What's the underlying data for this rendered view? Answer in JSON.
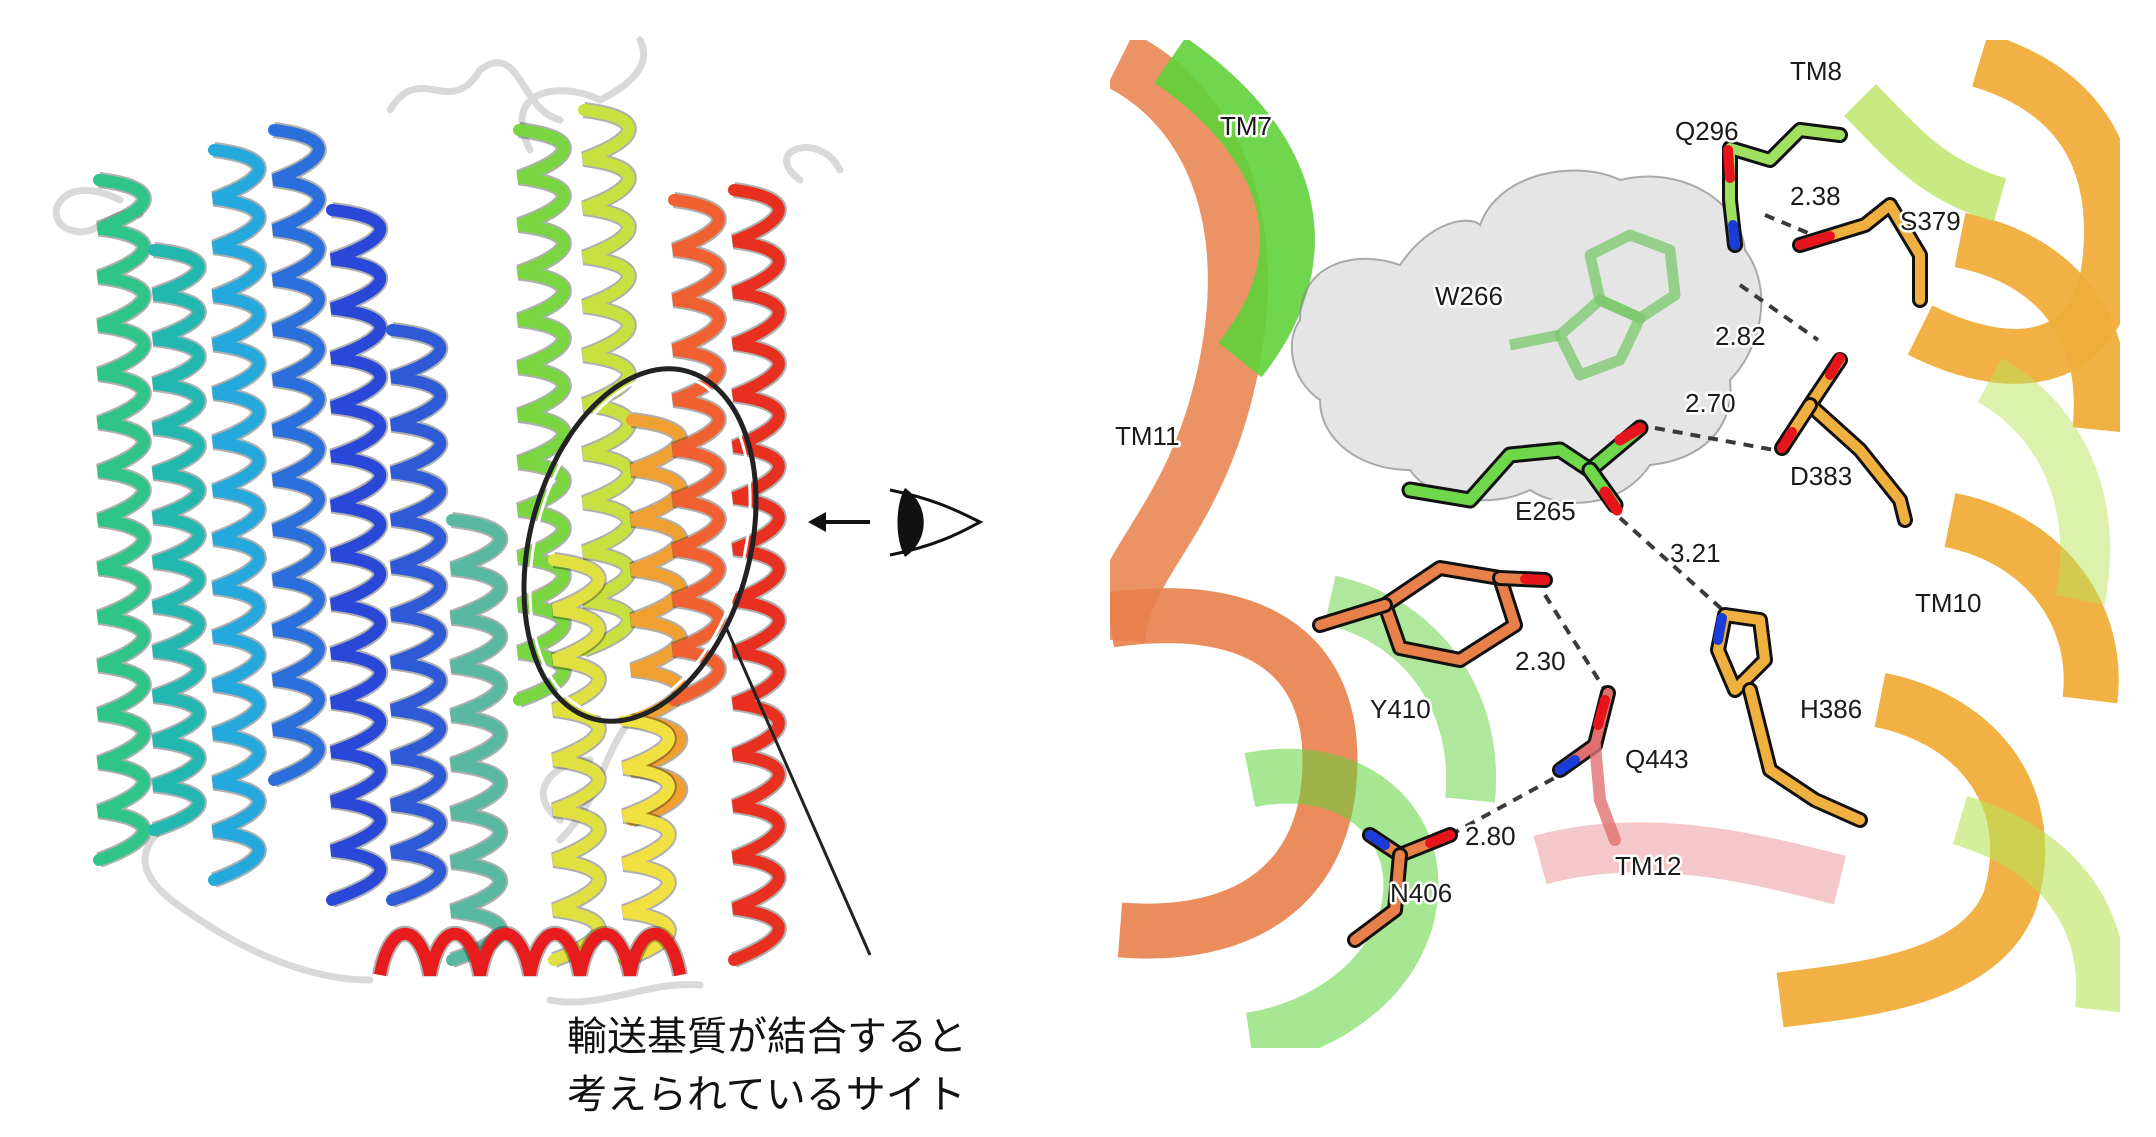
{
  "caption": {
    "line1": "輸送基質が結合すると",
    "line2": "考えられているサイト"
  },
  "helices": [
    "TM7",
    "TM8",
    "TM10",
    "TM11",
    "TM12"
  ],
  "residues": [
    "W266",
    "Q296",
    "S379",
    "D383",
    "E265",
    "H386",
    "Y410",
    "Q443",
    "N406"
  ],
  "distances": [
    "2.38",
    "2.82",
    "2.70",
    "3.21",
    "2.30",
    "2.80"
  ],
  "colors": {
    "tm7": "#5fd13a",
    "tm8": "#b7e35a",
    "tm10": "#f0ad3a",
    "tm11": "#e8804a",
    "tm12": "#e06060",
    "polar_o": "#e8141c",
    "polar_n": "#1a3cd8",
    "surface": "#9a9a9a",
    "dash": "#3a3a3a"
  },
  "icons": [
    "eye-icon",
    "arrow-left-icon"
  ]
}
